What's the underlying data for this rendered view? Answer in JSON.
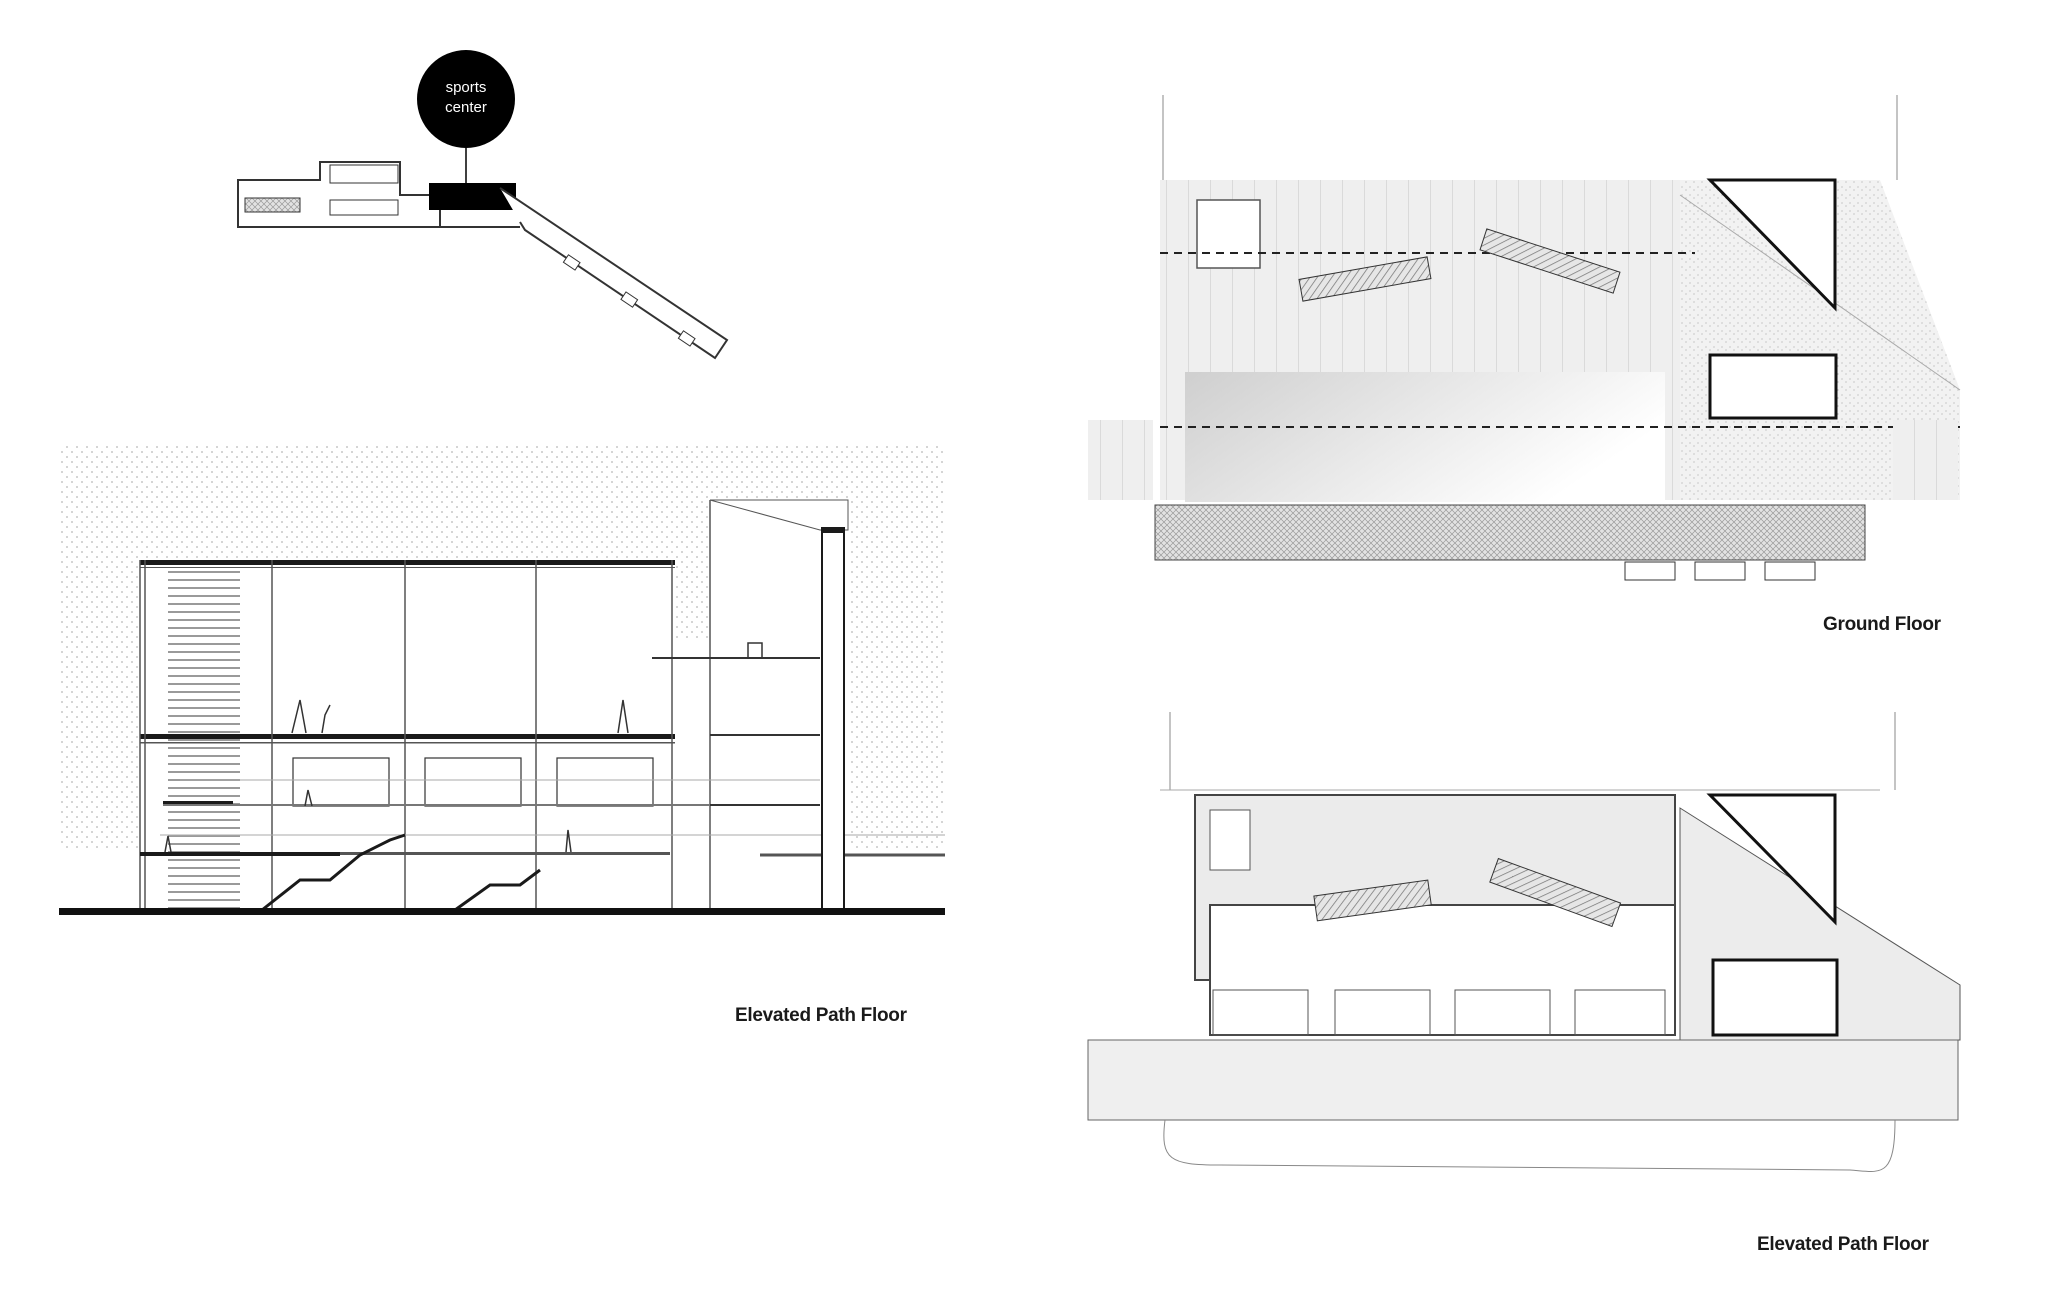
{
  "key_plan": {
    "callout_label_line1": "sports",
    "callout_label_line2": "center"
  },
  "section": {
    "caption": "Elevated Path Floor"
  },
  "plans": [
    {
      "caption": "Ground Floor"
    },
    {
      "caption": "Elevated Path Floor"
    }
  ],
  "colors": {
    "ink": "#1a1a1a",
    "line": "#555555",
    "fill_light": "#efefef",
    "hatch": "#bdbdbd",
    "callout": "#000000"
  }
}
